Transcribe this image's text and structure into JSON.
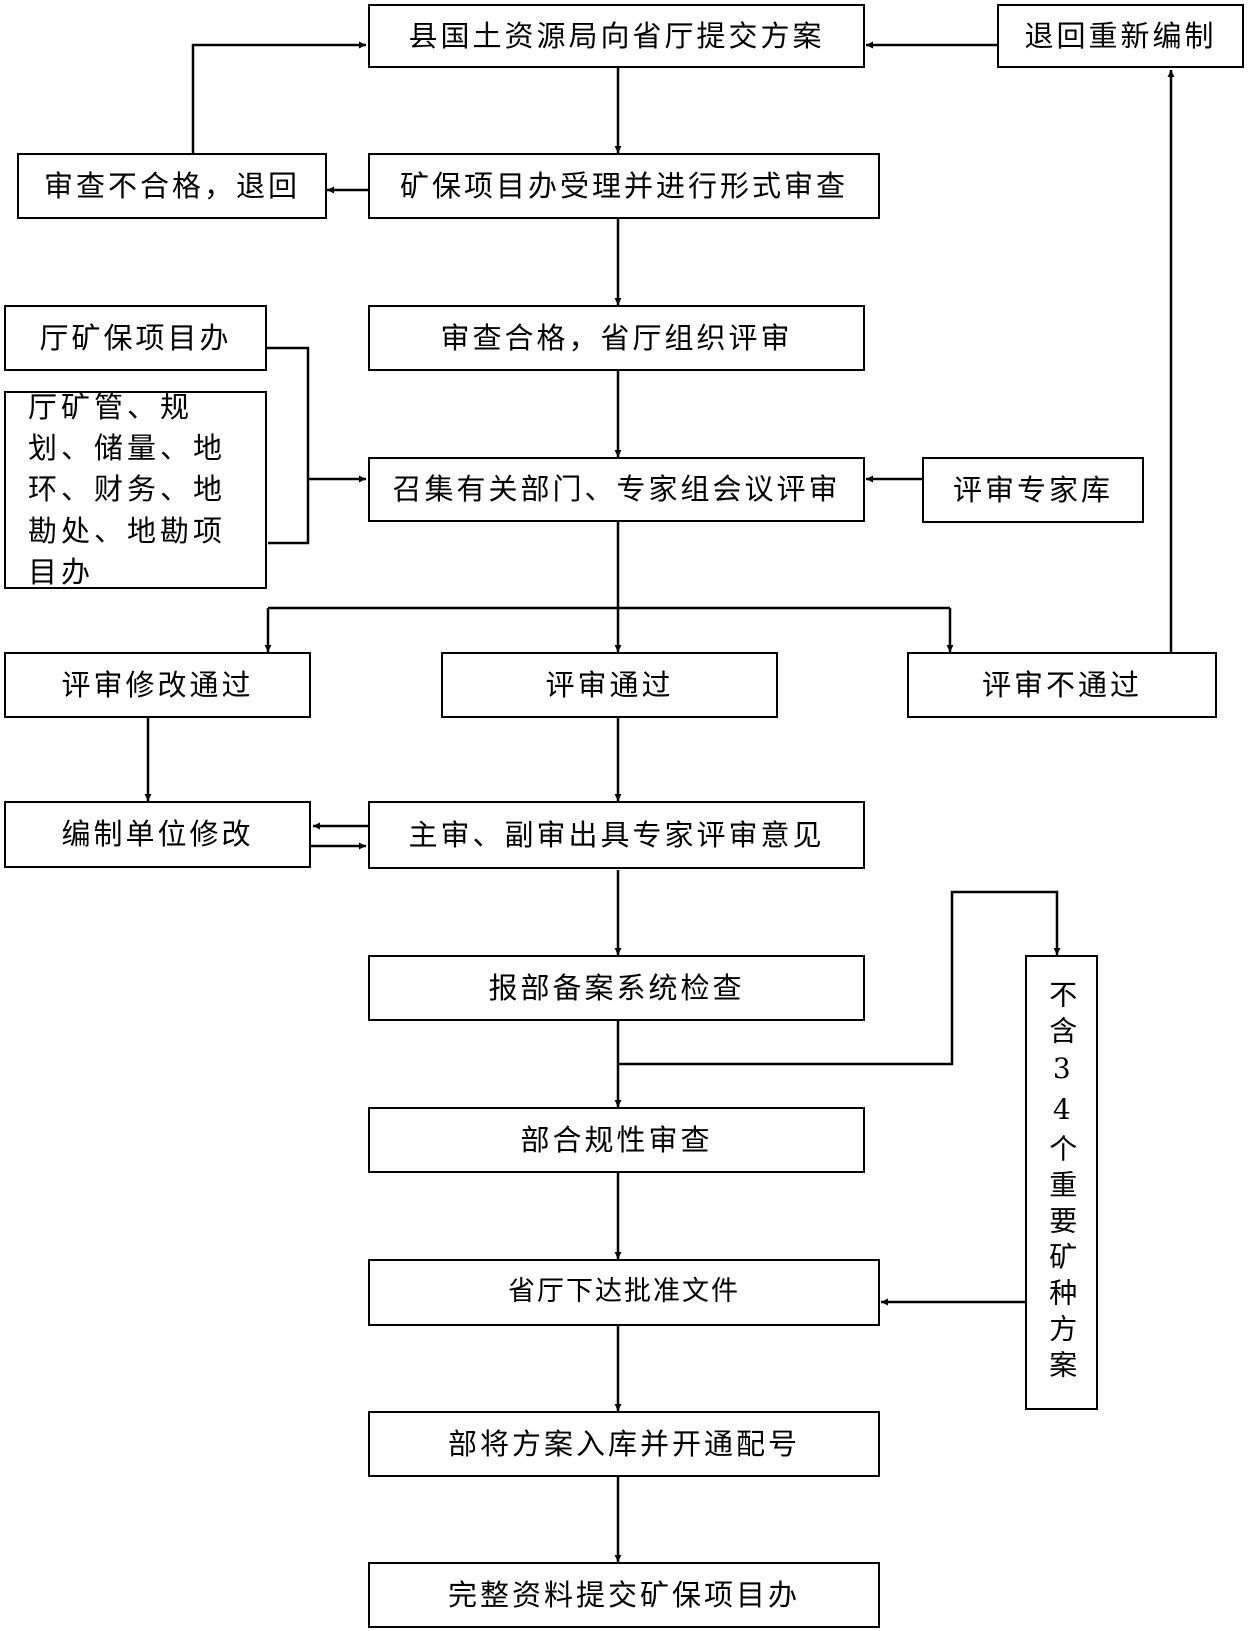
{
  "nodes": {
    "submit": "县国土资源局向省厅提交方案",
    "return_recompile": "退回重新编制",
    "reject_return": "审查不合格，退回",
    "accept_review": "矿保项目办受理并进行形式审查",
    "dept_office": "厅矿保项目办",
    "pass_org": "审查合格，省厅组织评审",
    "dept_list": "厅矿管、规划、储量、地环、财务、地勘处、地勘项目办",
    "meeting": "召集有关部门、专家组会议评审",
    "expert_pool": "评审专家库",
    "modify_pass": "评审修改通过",
    "review_pass": "评审通过",
    "review_fail": "评审不通过",
    "unit_modify": "编制单位修改",
    "expert_opinion": "主审、副审出具专家评审意见",
    "ministry_filing": "报部备案系统检查",
    "not_34": "不含34个重要矿种方案",
    "compliance": "部合规性审查",
    "approval": "省厅下达批准文件",
    "warehouse": "部将方案入库并开通配号",
    "complete": "完整资料提交矿保项目办"
  }
}
